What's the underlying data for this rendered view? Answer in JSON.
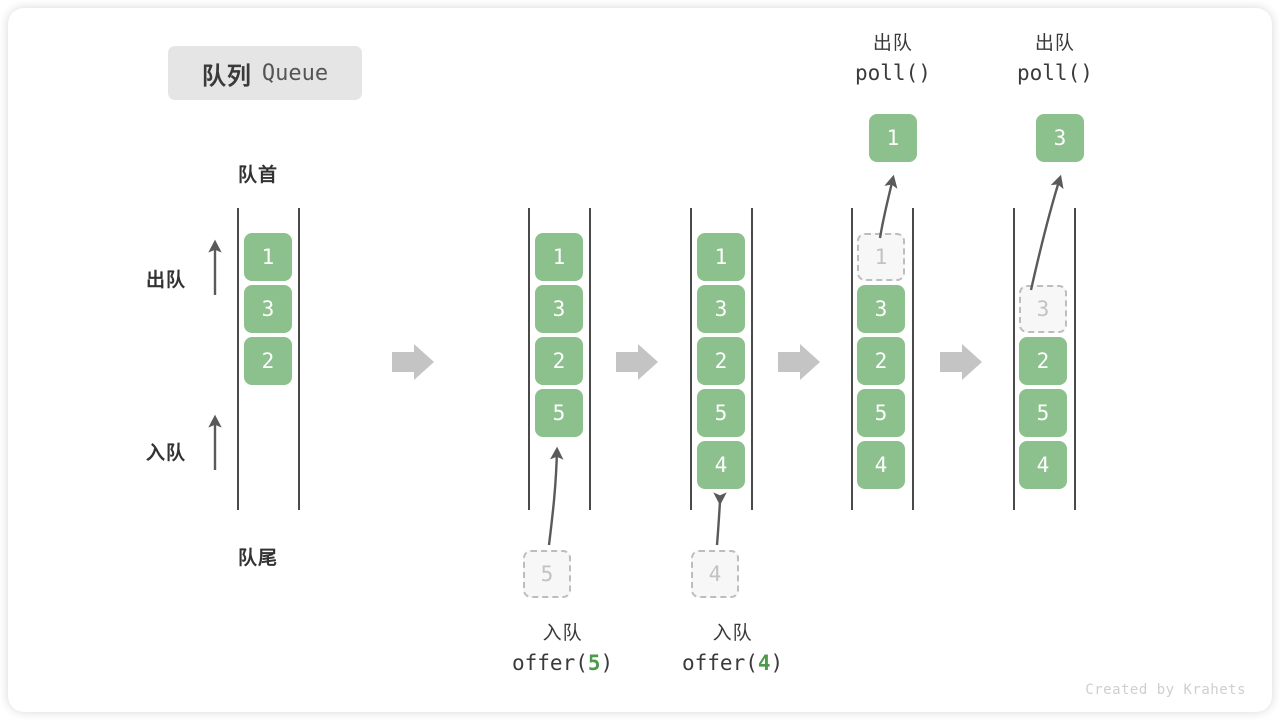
{
  "title": {
    "cn": "队列",
    "en": "Queue"
  },
  "labels": {
    "head": "队首",
    "tail": "队尾",
    "dequeue": "出队",
    "enqueue": "入队"
  },
  "footer": "Created by Krahets",
  "colors": {
    "element": "#8cc08c",
    "ghost_border": "#bdbdbd",
    "ghost_text": "#c2c2c2",
    "rail": "#4a4a4a",
    "arrow": "#5a5a5a",
    "step_arrow": "#c4c4c4",
    "badge_bg": "#e5e5e5",
    "text": "#3a3a3a",
    "accent_arg": "#4d9a4d"
  },
  "operations": [
    {
      "cn": "入队",
      "fn": "offer(",
      "arg": "5",
      "close": ")"
    },
    {
      "cn": "入队",
      "fn": "offer(",
      "arg": "4",
      "close": ")"
    },
    {
      "cn": "出队",
      "fn": "poll(",
      "arg": "",
      "close": ")"
    },
    {
      "cn": "出队",
      "fn": "poll(",
      "arg": "",
      "close": ")"
    }
  ],
  "columns": [
    {
      "name": "initial-queue",
      "elements": [
        "1",
        "3",
        "2"
      ],
      "ghost_index": -1,
      "incoming": null,
      "outgoing": null
    },
    {
      "name": "after-offer-5",
      "elements": [
        "1",
        "3",
        "2",
        "5"
      ],
      "ghost_index": -1,
      "incoming": "5",
      "outgoing": null
    },
    {
      "name": "after-offer-4",
      "elements": [
        "1",
        "3",
        "2",
        "5",
        "4"
      ],
      "ghost_index": -1,
      "incoming": "4",
      "outgoing": null
    },
    {
      "name": "after-poll-1",
      "elements": [
        "1",
        "3",
        "2",
        "5",
        "4"
      ],
      "ghost_index": 0,
      "incoming": null,
      "outgoing": "1"
    },
    {
      "name": "after-poll-3",
      "elements": [
        "",
        "3",
        "2",
        "5",
        "4"
      ],
      "ghost_index": 1,
      "incoming": null,
      "outgoing": "3"
    }
  ]
}
